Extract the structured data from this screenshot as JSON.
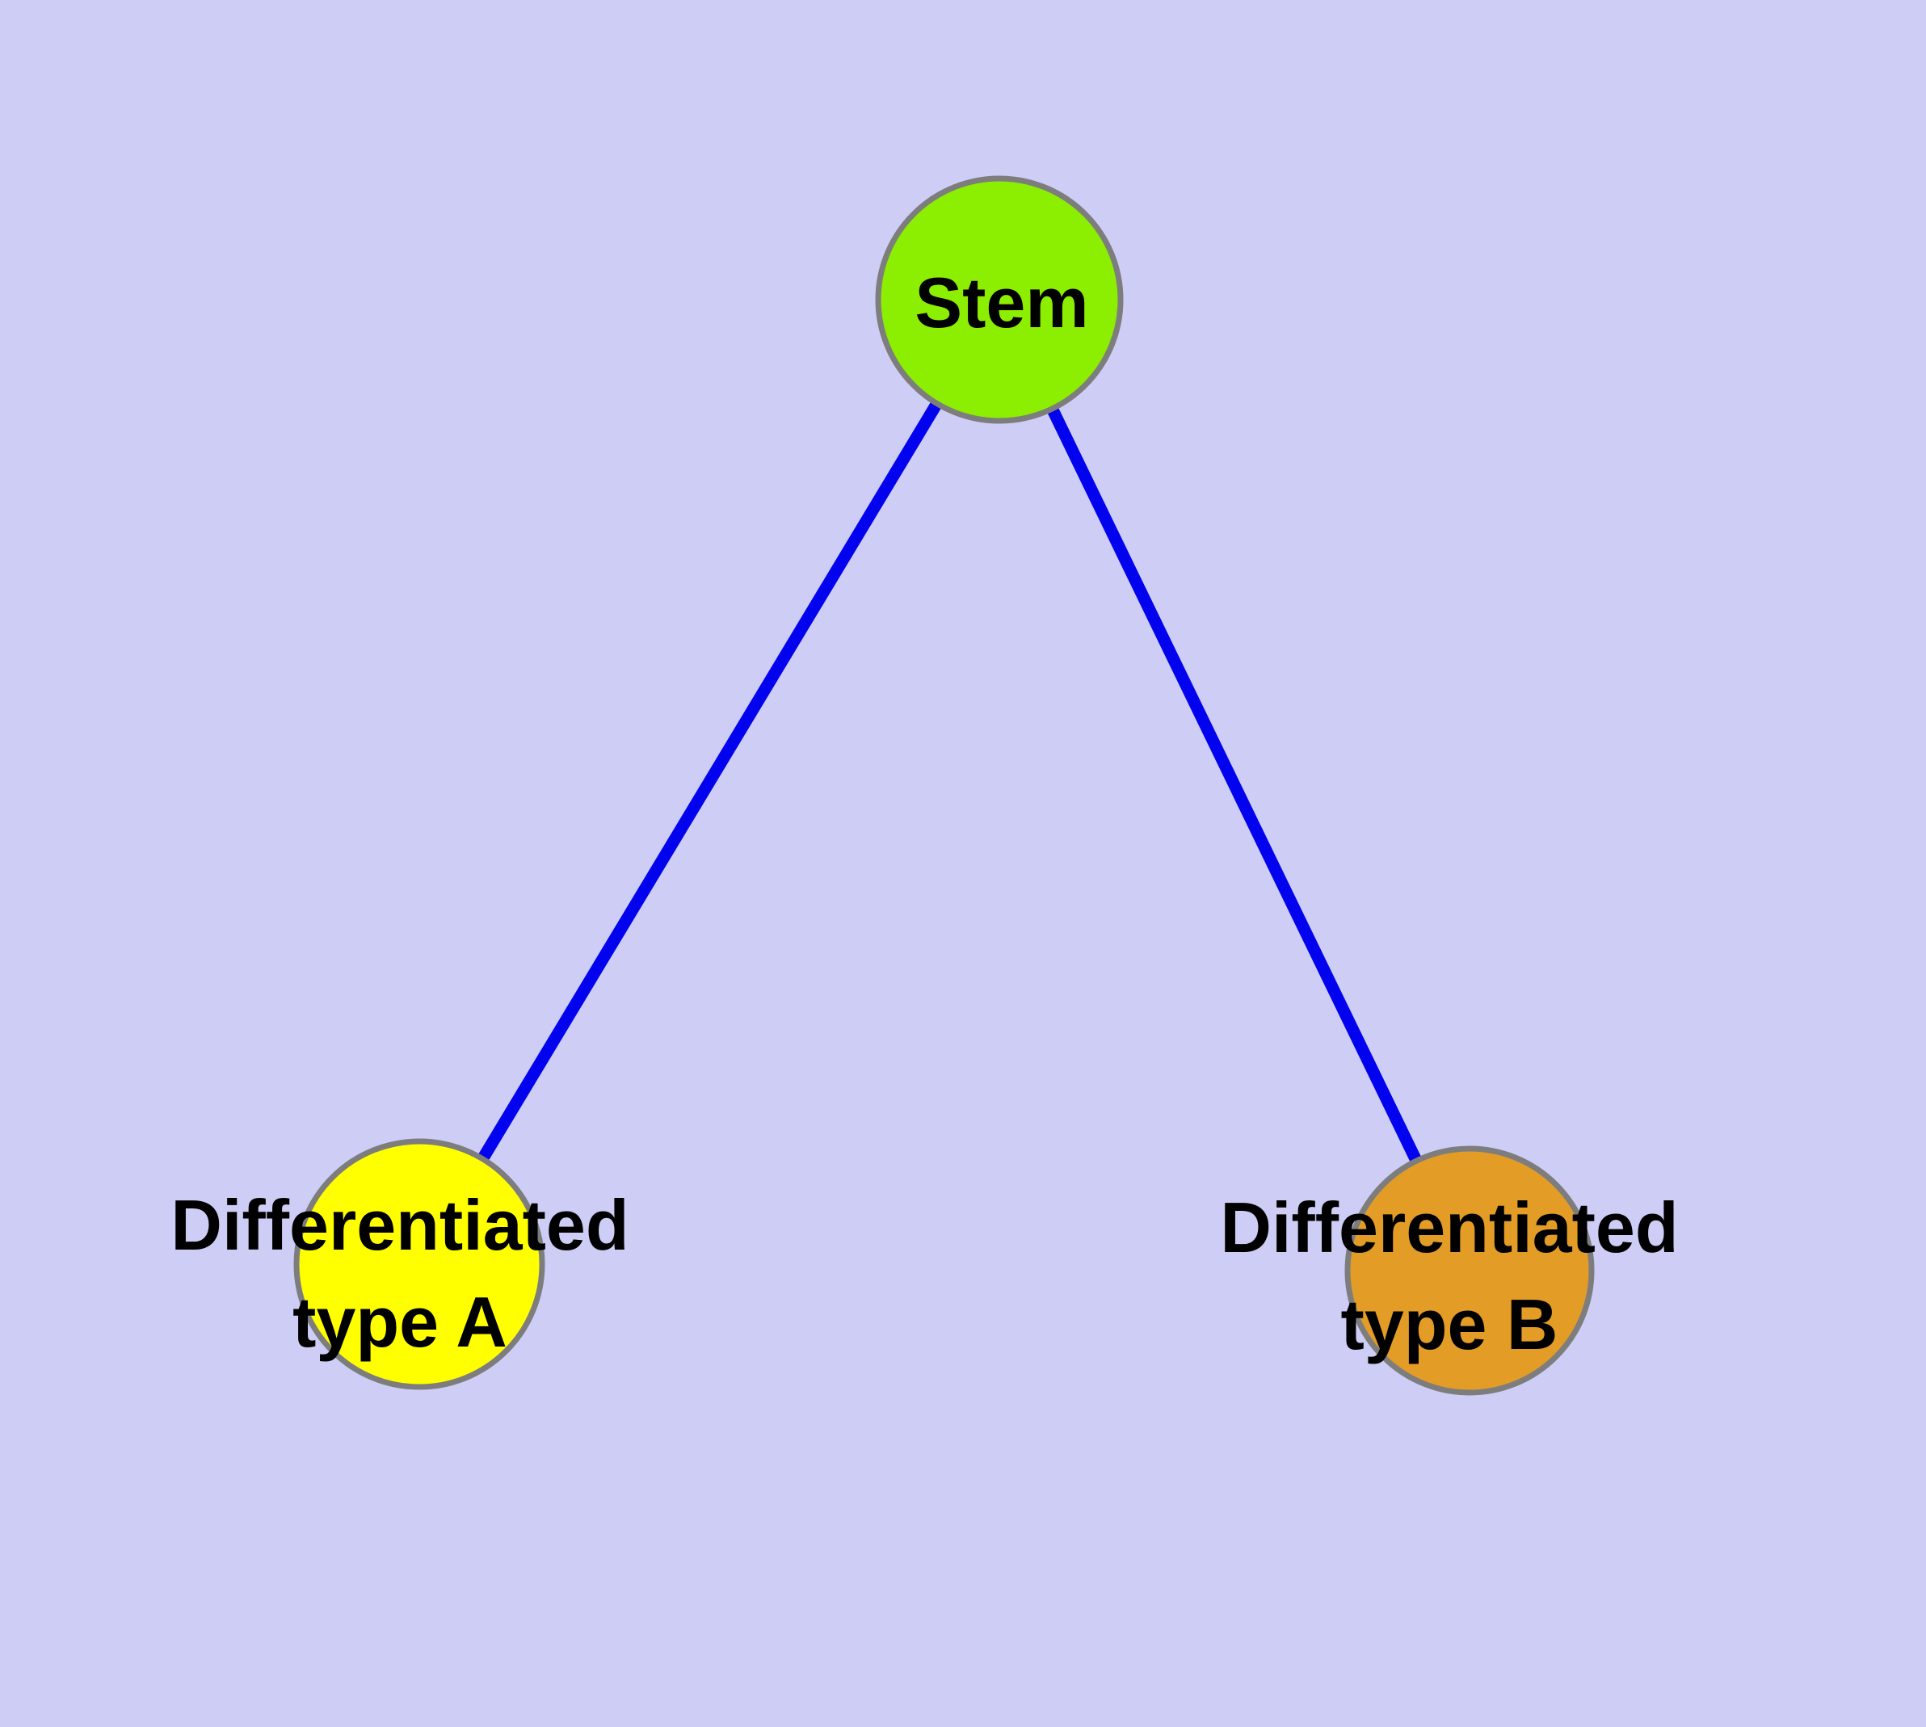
{
  "diagram": {
    "background_color": "#cdcdf6",
    "edge_color": "#0202ee",
    "edge_width": 15,
    "node_border_color": "#7d7d7d",
    "node_border_width": 7,
    "label_color": "#000000",
    "nodes": [
      {
        "id": "stem",
        "label": "Stem",
        "fill": "#8cee00"
      },
      {
        "id": "differentiated-type-a",
        "label_line1": "Differentiated",
        "label_line2": "type A",
        "fill": "#ffff00"
      },
      {
        "id": "differentiated-type-b",
        "label_line1": "Differentiated",
        "label_line2": "type B",
        "fill": "#e39c26"
      }
    ],
    "edges": [
      {
        "from": "stem",
        "to": "differentiated-type-a"
      },
      {
        "from": "stem",
        "to": "differentiated-type-b"
      }
    ]
  }
}
